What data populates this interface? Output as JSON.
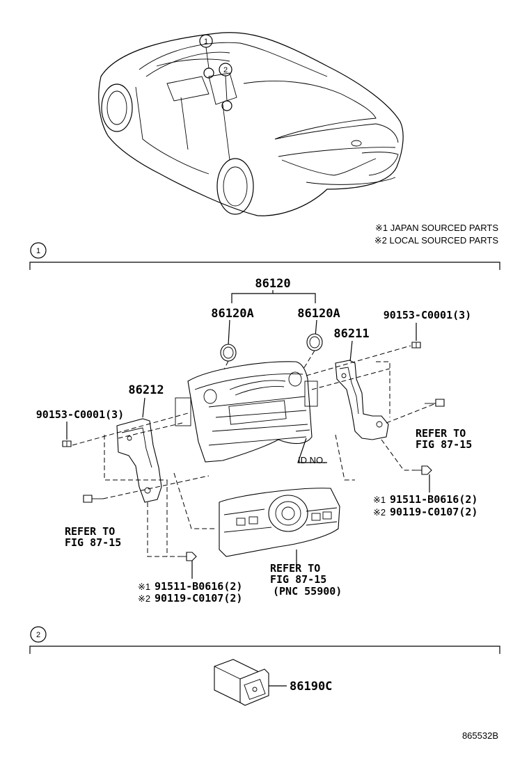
{
  "notes": {
    "japan": "※1 JAPAN SOURCED PARTS",
    "local": "※2 LOCAL SOURCED PARTS"
  },
  "sections": {
    "one": "1",
    "two": "2"
  },
  "car_markers": {
    "one": "1",
    "two": "2"
  },
  "labels": {
    "p86120": "86120",
    "p86120A_left": "86120A",
    "p86120A_right": "86120A",
    "p86211": "86211",
    "p86212": "86212",
    "screw_right": "90153-C0001(3)",
    "screw_left": "90153-C0001(3)",
    "refer_right_1": "REFER TO",
    "refer_right_2": "FIG 87-15",
    "refer_left_1": "REFER TO",
    "refer_left_2": "FIG 87-15",
    "id_no": "ID NO.",
    "bolt_right_jp_mark": "※1",
    "bolt_right_jp": "91511-B0616(2)",
    "bolt_right_loc_mark": "※2",
    "bolt_right_loc": "90119-C0107(2)",
    "bolt_left_jp_mark": "※1",
    "bolt_left_jp": "91511-B0616(2)",
    "bolt_left_loc_mark": "※2",
    "bolt_left_loc": "90119-C0107(2)",
    "refer_center_1": "REFER TO",
    "refer_center_2": "FIG 87-15",
    "refer_center_3": "(PNC 55900)",
    "p86190C": "86190C"
  },
  "footer_code": "865532B"
}
